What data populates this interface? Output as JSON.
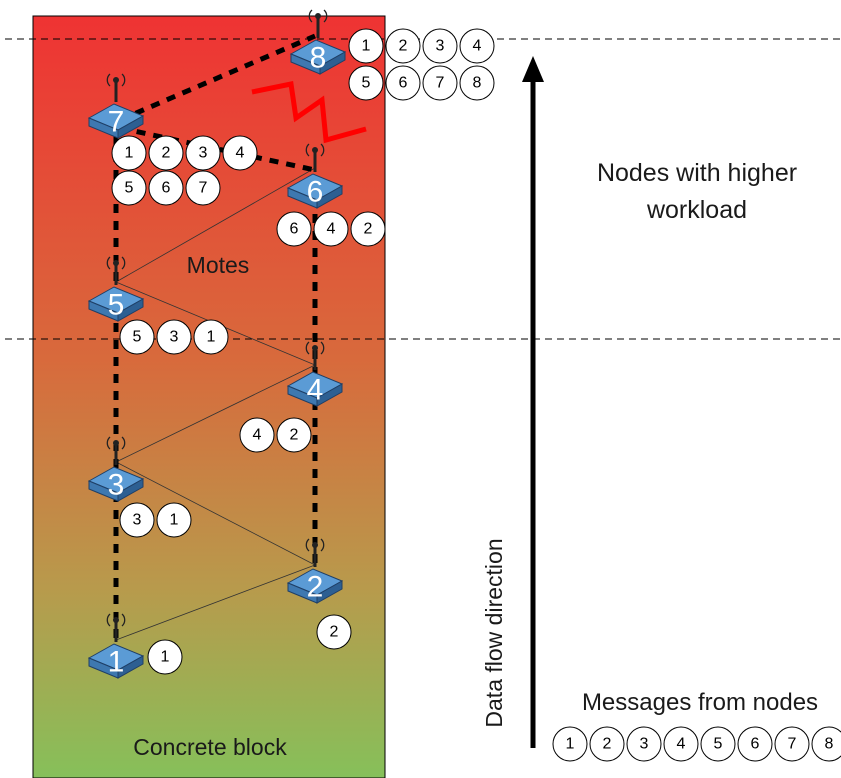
{
  "block_label": "Concrete block",
  "motes_label": "Motes",
  "higher_workload_line1": "Nodes with higher",
  "higher_workload_line2": "workload",
  "flow_label": "Data flow direction",
  "legend_title": "Messages from nodes",
  "legend_numbers": [
    "1",
    "2",
    "3",
    "4",
    "5",
    "6",
    "7",
    "8"
  ],
  "colors": {
    "gradient_top": "#ef3333",
    "gradient_mid": "#d66a3c",
    "gradient_bottom": "#86c05a",
    "device_blue": "#5b9bd5",
    "jam_red": "#ff0000"
  },
  "nodes": [
    {
      "id": "1",
      "messages": [
        "1"
      ]
    },
    {
      "id": "2",
      "messages": [
        "2"
      ]
    },
    {
      "id": "3",
      "messages": [
        "3",
        "1"
      ]
    },
    {
      "id": "4",
      "messages": [
        "4",
        "2"
      ]
    },
    {
      "id": "5",
      "messages": [
        "5",
        "3",
        "1"
      ]
    },
    {
      "id": "6",
      "messages": [
        "6",
        "4",
        "2"
      ]
    },
    {
      "id": "7",
      "messages": [
        "1",
        "2",
        "3",
        "4",
        "5",
        "6",
        "7"
      ]
    },
    {
      "id": "8",
      "messages": [
        "1",
        "2",
        "3",
        "4",
        "5",
        "6",
        "7",
        "8"
      ]
    }
  ]
}
